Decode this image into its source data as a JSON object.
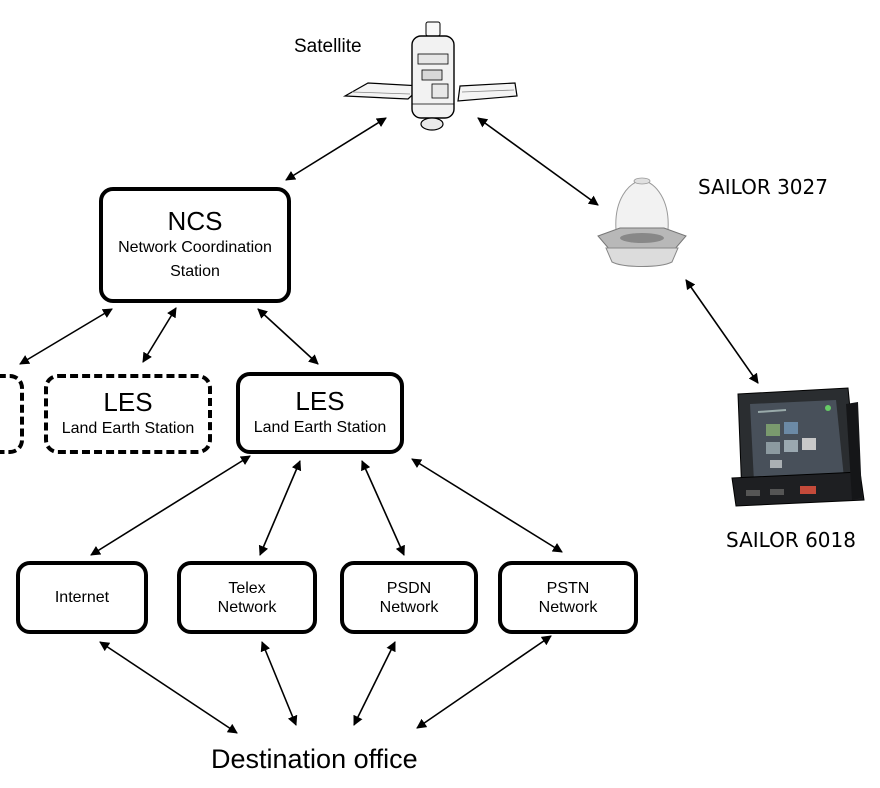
{
  "satellite": {
    "label": "Satellite",
    "icon": "satellite-icon"
  },
  "ncs": {
    "title": "NCS",
    "line1": "Network Coordination",
    "line2": "Station"
  },
  "les_inactive": {
    "title": "LES",
    "subtitle": "Land Earth Station"
  },
  "les_active": {
    "title": "LES",
    "subtitle": "Land Earth Station"
  },
  "networks": [
    {
      "line1": "Internet",
      "line2": ""
    },
    {
      "line1": "Telex",
      "line2": "Network"
    },
    {
      "line1": "PSDN",
      "line2": "Network"
    },
    {
      "line1": "PSTN",
      "line2": "Network"
    }
  ],
  "destination": {
    "label": "Destination office"
  },
  "antenna": {
    "label": "SAILOR 3027",
    "icon": "antenna-dome-icon"
  },
  "terminal": {
    "label": "SAILOR 6018",
    "icon": "terminal-display-icon"
  },
  "colors": {
    "line": "#000000",
    "background": "#ffffff"
  }
}
